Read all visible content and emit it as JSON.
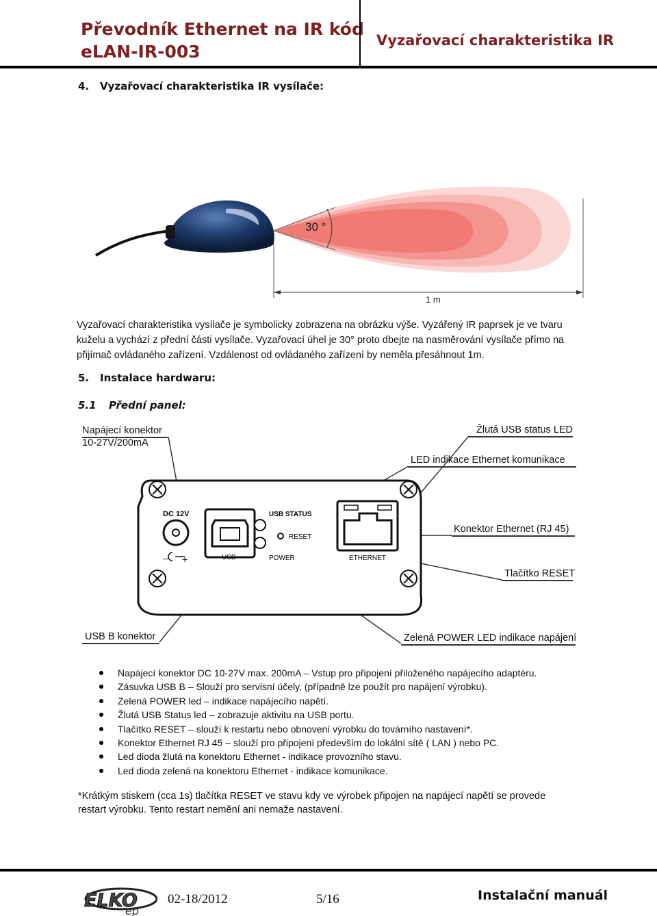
{
  "header": {
    "title_line1": "Převodník Ethernet na IR kód",
    "title_line2": "eLAN-IR-003",
    "right": "Vyzařovací charakteristika IR"
  },
  "section4": {
    "num": "4.",
    "title": "Vyzařovací charakteristika IR vysílače:"
  },
  "figure1": {
    "angle_label": "30 °",
    "distance_label": "1 m"
  },
  "paragraph": [
    "Vyzařovací charakteristika vysílače je symbolicky zobrazena na obrázku výše. Vyzářený IR paprsek je ve tvaru",
    "kuželu a vychází z přední části vysílače. Vyzařovací úhel je 30° proto dbejte na nasměrování vysílače přímo na",
    "přijímač ovládaného zařízení. Vzdálenost od ovládaného zařízení by neměla přesáhnout 1m."
  ],
  "section5": {
    "num": "5.",
    "title": "Instalace hardwaru:"
  },
  "section51": {
    "num": "5.1",
    "title": "Přední panel:"
  },
  "labels": {
    "power_connector_1": "Napájecí konektor",
    "power_connector_2": "10-27V/200mA",
    "yellow_usb_led": "Žlutá USB status LED",
    "led_ethernet": "LED indikace Ethernet komunikace",
    "rj45": "Konektor Ethernet (RJ 45)",
    "reset_button": "Tlačítko RESET",
    "usb_b": "USB B konektor",
    "green_power": "Zelená POWER LED indikace napájení"
  },
  "panel": {
    "dc": "DC 12V",
    "usb": "USB",
    "usb_status": "USB STATUS",
    "reset": "RESET",
    "power": "POWER",
    "ethernet": "ETHERNET",
    "minus": "–",
    "plus": "+"
  },
  "bullets": [
    "Napájecí konektor DC 10-27V max. 200mA – Vstup pro připojení přiloženého napájecího adaptéru.",
    "Zásuvka USB B – Slouží pro servisní účely, (případně lze použít pro napájení výrobku).",
    "Zelená POWER led – indikace napájecího napětí.",
    "Žlutá USB Status led – zobrazuje aktivitu na USB portu.",
    "Tlačítko RESET – slouží k restartu nebo obnovení výrobku do továrního nastavení*.",
    "Konektor Ethernet RJ 45 – slouží pro připojení především do lokální sítě ( LAN ) nebo PC.",
    "Led dioda žlutá na konektoru Ethernet - indikace provozního stavu.",
    "Led dioda zelená na konektoru Ethernet - indikace komunikace."
  ],
  "note": [
    "*Krátkým stiskem (cca 1s) tlačítka RESET ve stavu kdy ve výrobek připojen na napájecí napětí se provede",
    "restart výrobku. Tento restart nemění ani nemaže nastavení."
  ],
  "footer": {
    "logo_text": "ELKO",
    "logo_sub": "ep",
    "date": "02-18/2012",
    "page": "5/16",
    "manual": "Instalační manuál"
  },
  "colors": {
    "header_red": "#7d1f1f",
    "beam": "#f07070",
    "device": "#1a3a66"
  }
}
